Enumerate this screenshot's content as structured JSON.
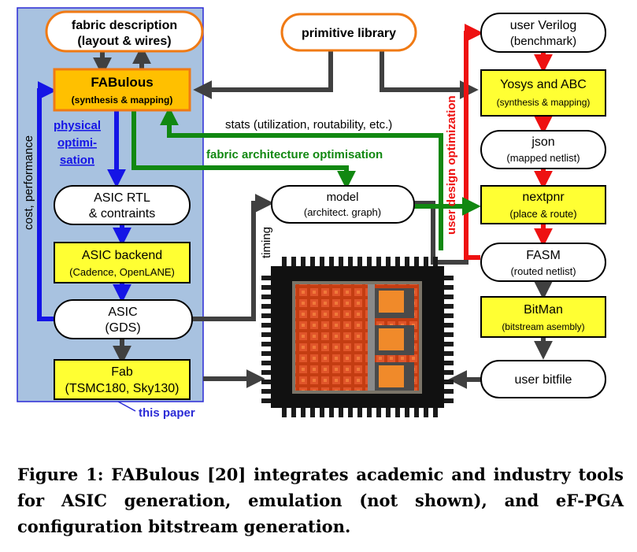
{
  "nodes": {
    "fabric_description": [
      "fabric description",
      "(layout & wires)"
    ],
    "fabulous": [
      "FABulous",
      "(synthesis & mapping)"
    ],
    "primitive_library": [
      "primitive library"
    ],
    "asic_rtl": [
      "ASIC RTL",
      "& contraints"
    ],
    "asic_backend": [
      "ASIC backend",
      "(Cadence, OpenLANE)"
    ],
    "asic_gds": [
      "ASIC",
      "(GDS)"
    ],
    "fab": [
      "Fab",
      "(TSMC180, Sky130)"
    ],
    "model": [
      "model",
      "(architect. graph)"
    ],
    "user_verilog": [
      "user Verilog",
      "(benchmark)"
    ],
    "yosys": [
      "Yosys and ABC",
      "(synthesis & mapping)"
    ],
    "json": [
      "json",
      "(mapped netlist)"
    ],
    "nextpnr": [
      "nextpnr",
      "(place & route)"
    ],
    "fasm": [
      "FASM",
      "(routed netlist)"
    ],
    "bitman": [
      "BitMan",
      "(bitstream asembly)"
    ],
    "user_bitfile": [
      "user bitfile"
    ]
  },
  "labels": {
    "physical_optimisation": [
      "physical",
      "optimi-",
      "sation"
    ],
    "cost_performance": "cost, performance",
    "stats": "stats (utilization, routability, etc.)",
    "fabric_arch_opt": "fabric architecture optimisation",
    "user_design_opt": "user design optimization",
    "timing": "timing",
    "this_paper": "this paper"
  },
  "colors": {
    "panel_fill": "#a8c2e0",
    "panel_border": "#2b2bd6",
    "orange": "#f07a14",
    "fabulous_fill": "#ffc000",
    "yellow_fill": "#ffff33",
    "blue_flow": "#1515e6",
    "green_flow": "#118811",
    "red_flow": "#ee1111",
    "dark_flow": "#404040"
  },
  "caption": "Figure 1: FABulous [20] integrates academic and industry tools for ASIC generation, emulation (not shown), and eF-PGA configuration bitstream generation."
}
